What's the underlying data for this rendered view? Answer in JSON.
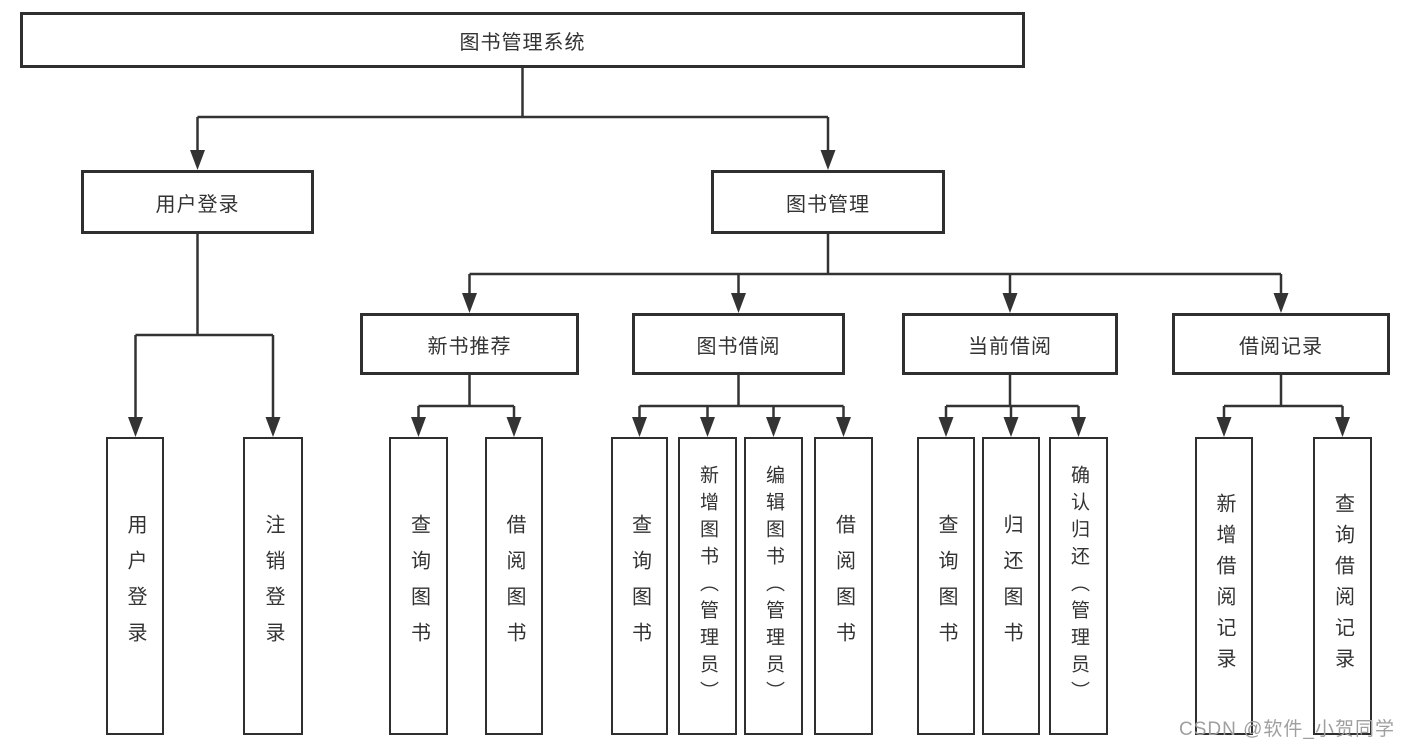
{
  "diagram": {
    "root": {
      "label": "图书管理系统"
    },
    "branches": [
      {
        "label": "用户登录",
        "children": [
          {
            "label": "用户登录"
          },
          {
            "label": "注销登录"
          }
        ]
      },
      {
        "label": "图书管理",
        "sections": [
          {
            "label": "新书推荐",
            "children": [
              {
                "label": "查询图书"
              },
              {
                "label": "借阅图书"
              }
            ]
          },
          {
            "label": "图书借阅",
            "children": [
              {
                "label": "查询图书"
              },
              {
                "label": "新增图书（管理员）"
              },
              {
                "label": "编辑图书（管理员）"
              },
              {
                "label": "借阅图书"
              }
            ]
          },
          {
            "label": "当前借阅",
            "children": [
              {
                "label": "查询图书"
              },
              {
                "label": "归还图书"
              },
              {
                "label": "确认归还（管理员）"
              }
            ]
          },
          {
            "label": "借阅记录",
            "children": [
              {
                "label": "新增借阅记录"
              },
              {
                "label": "查询借阅记录"
              }
            ]
          }
        ]
      }
    ]
  },
  "watermark": {
    "text": "CSDN @软件_小贺同学"
  },
  "colors": {
    "line": "#333333",
    "box_border": "#2f2f2f",
    "text": "#333333",
    "background": "#ffffff",
    "watermark": "#9f9f9f"
  }
}
